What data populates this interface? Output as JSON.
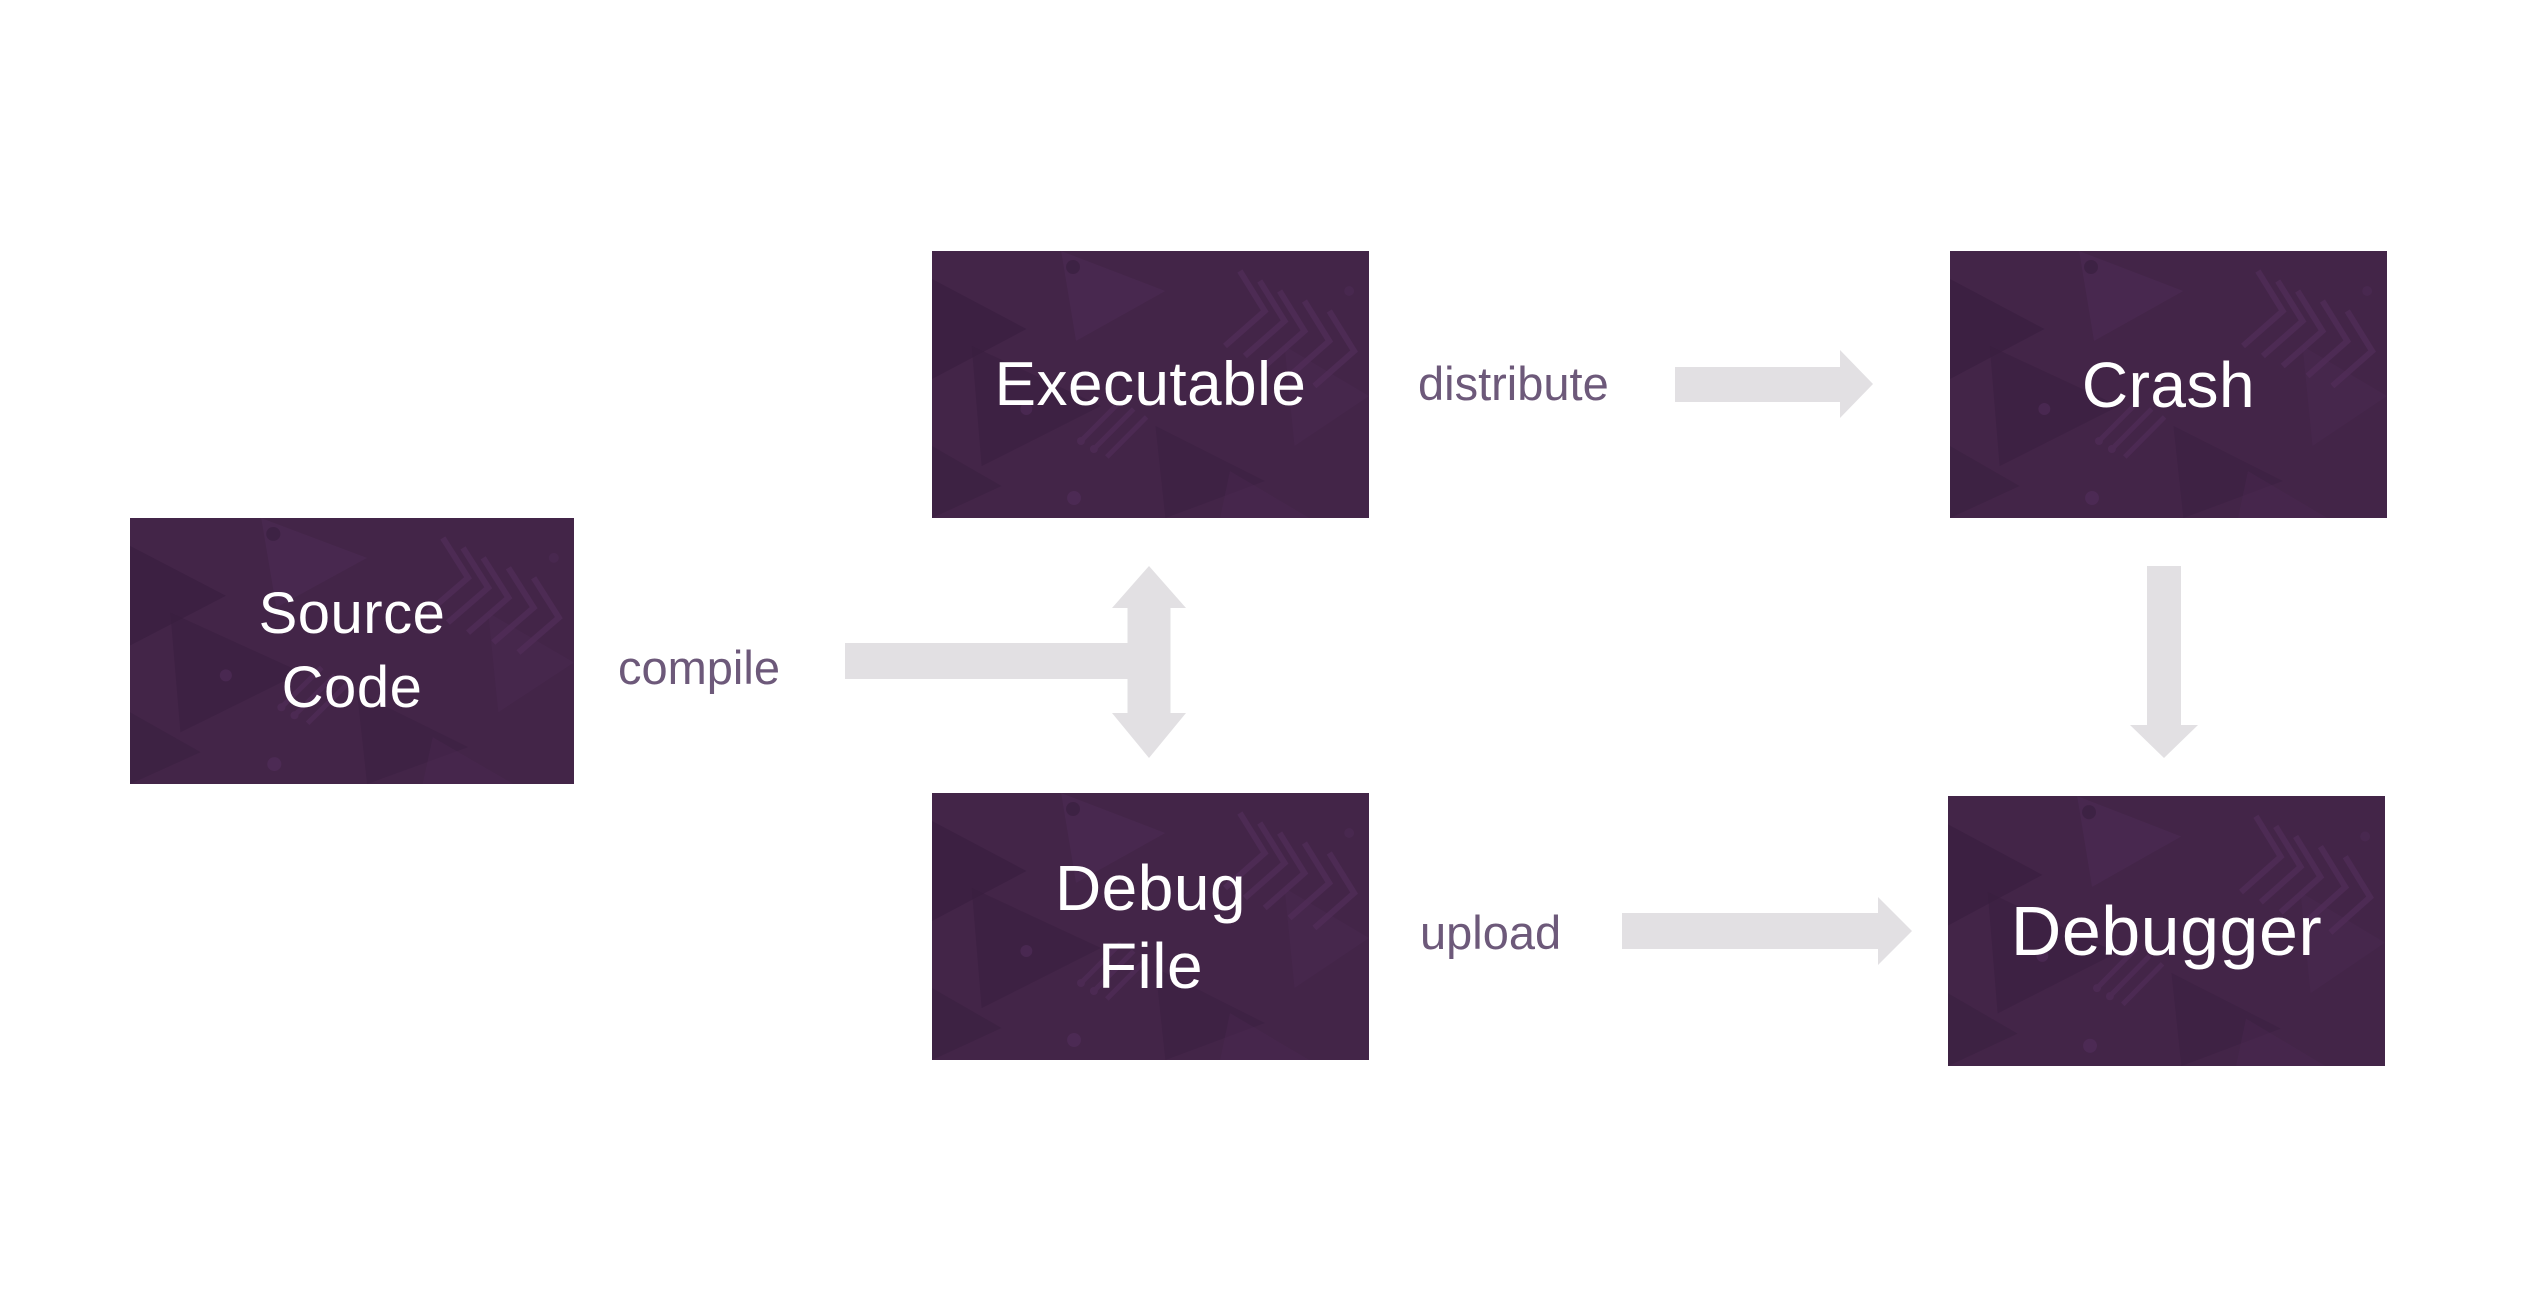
{
  "diagram": {
    "background_color": "#ffffff",
    "node_fill_color": "#432548",
    "node_text_color": "#ffffff",
    "arrow_color": "#e2e0e3",
    "edge_label_color": "#6d597a",
    "nodes": {
      "source_code": {
        "label": "Source\nCode"
      },
      "executable": {
        "label": "Executable"
      },
      "debug_file": {
        "label": "Debug\nFile"
      },
      "crash": {
        "label": "Crash"
      },
      "debugger": {
        "label": "Debugger"
      }
    },
    "edges": {
      "compile": {
        "label": "compile",
        "from": "source_code",
        "to": "executable_and_debug_file",
        "shape": "horizontal-bar-into-vertical-double-arrow"
      },
      "distribute": {
        "label": "distribute",
        "from": "executable",
        "to": "crash",
        "shape": "right-arrow"
      },
      "upload": {
        "label": "upload",
        "from": "debug_file",
        "to": "debugger",
        "shape": "right-arrow"
      },
      "crash_to_debugger": {
        "label": "",
        "from": "crash",
        "to": "debugger",
        "shape": "down-arrow"
      }
    }
  }
}
